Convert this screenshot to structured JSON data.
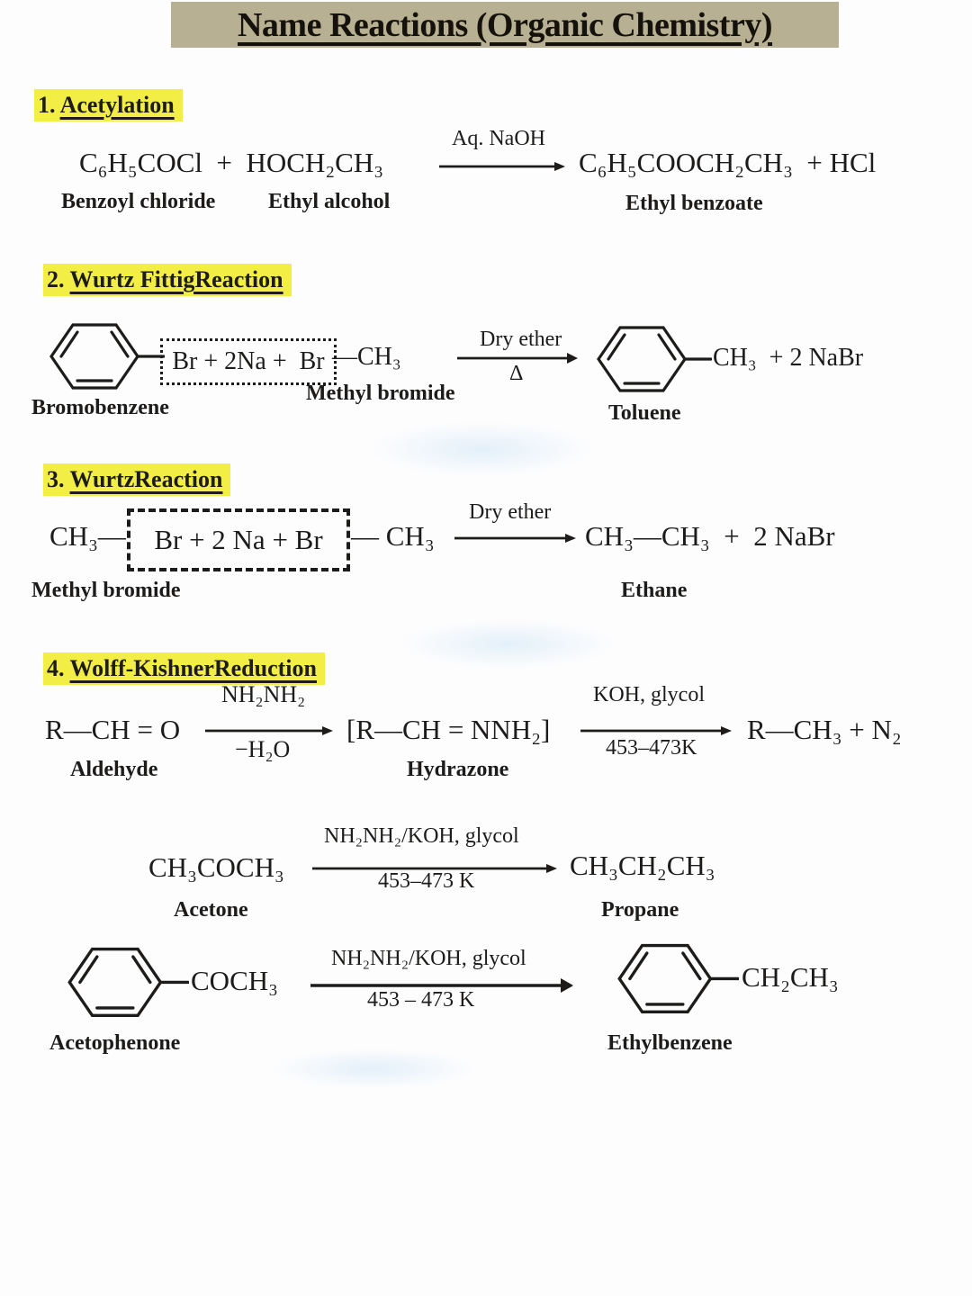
{
  "page": {
    "title": "Name Reactions (Organic Chemistry)"
  },
  "colors": {
    "title_bg": "#b8b092",
    "highlight": "#f3ee45",
    "ink": "#1d1c1a",
    "paper": "#fdfdfe"
  },
  "sections": [
    {
      "number": "1.",
      "name": "Acetylation"
    },
    {
      "number": "2.",
      "name": "Wurtz FittigReaction"
    },
    {
      "number": "3.",
      "name": "WurtzReaction"
    },
    {
      "number": "4.",
      "name": "Wolff-KishnerReduction"
    }
  ],
  "acetylation": {
    "reactants": "C₆H₅COCl  +  HOCH₂CH₃",
    "condition_above": "Aq. NaOH",
    "products": "C₆H₅COOCH₂CH₃  + HCl",
    "label_reactant1": "Benzoyl chloride",
    "label_reactant2": "Ethyl alcohol",
    "label_product": "Ethyl benzoate"
  },
  "wurtz_fittig": {
    "boxed": "Br + 2Na +  Br",
    "methyl_group": "—CH₃",
    "condition_above": "Dry ether",
    "condition_below": "Δ",
    "products": "CH₃  + 2 NaBr",
    "label_aryl": "Bromobenzene",
    "label_alkyl": "Methyl bromide",
    "label_product": "Toluene"
  },
  "wurtz": {
    "left_group": "CH₃—",
    "boxed": "Br + 2 Na + Br",
    "right_group": "— CH₃",
    "condition_above": "Dry ether",
    "products": "CH₃—CH₃  +  2 NaBr",
    "label_reactant": "Methyl bromide",
    "label_product": "Ethane"
  },
  "wolff_kishner": {
    "general": {
      "reactant": "R—CH = O",
      "arrow1_above": "NH₂NH₂",
      "arrow1_below": "−H₂O",
      "intermediate": "[R—CH = NNH₂]",
      "arrow2_above": "KOH, glycol",
      "arrow2_below": "453–473K",
      "products": "R—CH₃ + N₂",
      "label_reactant": "Aldehyde",
      "label_intermediate": "Hydrazone"
    },
    "acetone": {
      "reactant": "CH₃COCH₃",
      "arrow_above": "NH₂NH₂/KOH, glycol",
      "arrow_below": "453–473 K",
      "product": "CH₃CH₂CH₃",
      "label_reactant": "Acetone",
      "label_product": "Propane"
    },
    "acetophenone": {
      "substituent": "COCH₃",
      "arrow_above": "NH₂NH₂/KOH, glycol",
      "arrow_below": "453 – 473 K",
      "product_substituent": "CH₂CH₃",
      "label_reactant": "Acetophenone",
      "label_product": "Ethylbenzene"
    }
  }
}
